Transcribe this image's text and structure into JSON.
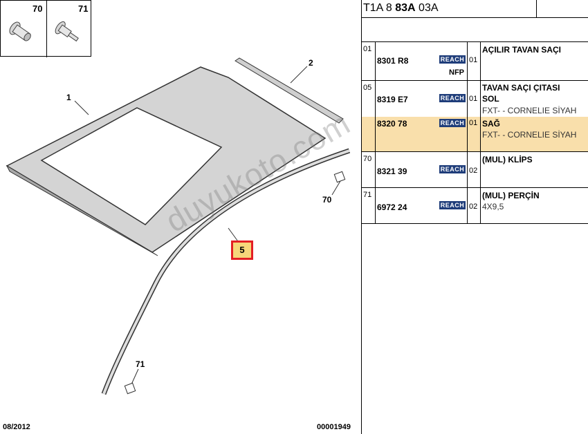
{
  "diagram": {
    "legend": {
      "left_label": "70",
      "right_label": "71"
    },
    "callouts": {
      "c1": "1",
      "c2": "2",
      "c5": "5",
      "c70": "70",
      "c71": "71"
    },
    "watermark": "duyukoto.com",
    "footer_date": "08/2012",
    "footer_code": "00001949",
    "highlight_color": "#e31e24"
  },
  "header": {
    "prefix": "T1A 8 ",
    "bold": "83A",
    "suffix": " 03A"
  },
  "rows": [
    {
      "qty": "01",
      "ref": "8301 R8",
      "badge": "REACH",
      "sub": "01",
      "desc": "AÇILIR TAVAN SAÇI",
      "note": "NFP"
    },
    {
      "qty": "05",
      "ref": "8319 E7",
      "badge": "REACH",
      "sub": "01",
      "desc_line1": "TAVAN SAÇI ÇITASI",
      "desc_line2": "SOL",
      "desc_line3": "FXT- - CORNELIE SİYAH"
    },
    {
      "qty": "",
      "ref": "8320 78",
      "badge": "REACH",
      "sub": "01",
      "desc_line1": "SAĞ",
      "desc_line2": "FXT- - CORNELIE SİYAH",
      "highlight": "#f9dfab"
    },
    {
      "qty": "70",
      "ref": "8321 39",
      "badge": "REACH",
      "sub": "02",
      "desc_line1": "(MUL) KLİPS"
    },
    {
      "qty": "71",
      "ref": "6972 24",
      "badge": "REACH",
      "sub": "02",
      "desc_line1": "(MUL) PERÇİN",
      "desc_line2": "4X9,5"
    }
  ]
}
